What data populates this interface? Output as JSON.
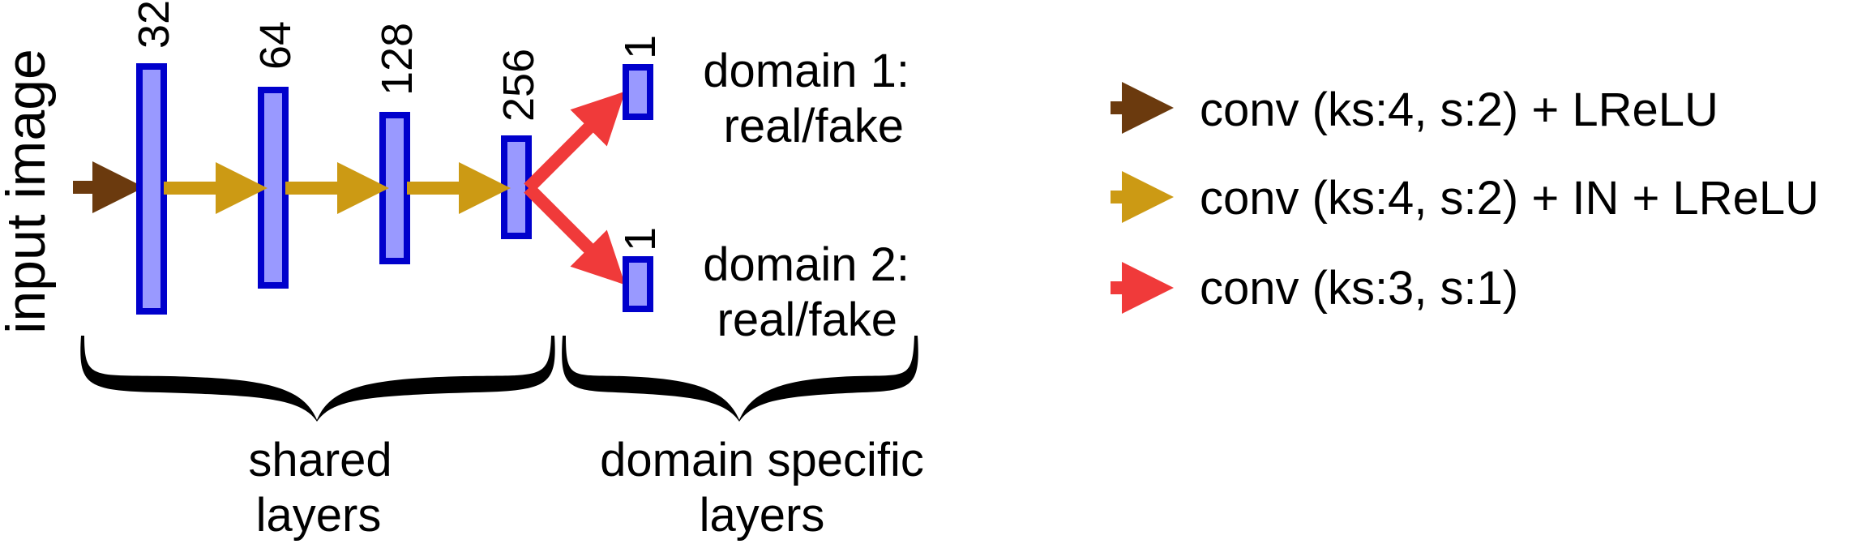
{
  "input_label": "input image",
  "colors": {
    "layer_fill": "#9999ff",
    "layer_stroke": "#0000cc",
    "arrow_brown": "#6b3a0e",
    "arrow_gold": "#cc9a14",
    "arrow_red": "#f03a3a"
  },
  "layers": [
    {
      "channels": "32"
    },
    {
      "channels": "64"
    },
    {
      "channels": "128"
    },
    {
      "channels": "256"
    }
  ],
  "outputs": [
    {
      "channels": "1",
      "label_line1": "domain 1:",
      "label_line2": "real/fake"
    },
    {
      "channels": "1",
      "label_line1": "domain 2:",
      "label_line2": "real/fake"
    }
  ],
  "braces": {
    "shared_line1": "shared",
    "shared_line2": "layers",
    "specific_line1": "domain specific",
    "specific_line2": "layers"
  },
  "legend": [
    {
      "color": "arrow_brown",
      "text": "conv (ks:4, s:2) + LReLU"
    },
    {
      "color": "arrow_gold",
      "text": "conv (ks:4, s:2) + IN + LReLU"
    },
    {
      "color": "arrow_red",
      "text": "conv (ks:3, s:1)"
    }
  ]
}
